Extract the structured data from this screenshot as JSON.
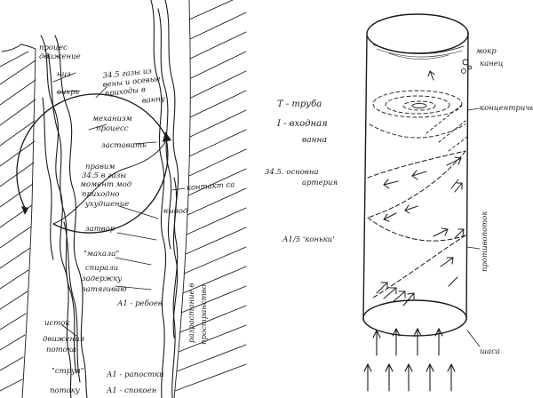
{
  "left_sketch": {
    "labels": {
      "process_top": "процес",
      "process_bottom": "движение",
      "niz": "низ",
      "vihr": "вихрь",
      "gates_note_1": "34.5 газы из",
      "gates_note_2": "вены и осевые",
      "gates_note_3": "приходы в",
      "gates_note_4": "ванну",
      "mechanism_1": "механизм",
      "mechanism_2": "процесс",
      "zastavit": "заставить",
      "fill_note_1": "правим",
      "fill_note_2": "34.5 в газы",
      "fill_note_3": "момент мод",
      "fill_note_4": "приходно",
      "fill_note_5": "ухудшение",
      "zatvor": "затвор",
      "mahala": "\"махала\"",
      "spiral_1": "спирали",
      "spiral_2": "задержку",
      "spiral_3": "затягиваю",
      "a1_rebok": "А1 - ребоев",
      "razrastanie_1": "разрастание в",
      "razrastanie_2": "пространство",
      "vyvod": "вывод",
      "kontakt": "контакт са",
      "istok_1": "исток",
      "istok_2": "движения",
      "istok_3": "потока",
      "struya": "\"струя\"",
      "potoku": "потоку",
      "a1_rapustki": "А1 - рапостки",
      "a1_spokoen": "А1 - спокоен"
    }
  },
  "right_sketch": {
    "labels": {
      "legend_t": "Т - труба",
      "legend_i_1": "I - входная",
      "legend_i_2": "ванна",
      "note_345_1": "34.5. основна",
      "note_345_2": "артерия",
      "note_a5": "А1/5 'коньки'",
      "top_1": "мокр",
      "top_2": "канец",
      "konc": "концентричен",
      "protiv": "противопоток",
      "bottom": "шаса"
    }
  }
}
